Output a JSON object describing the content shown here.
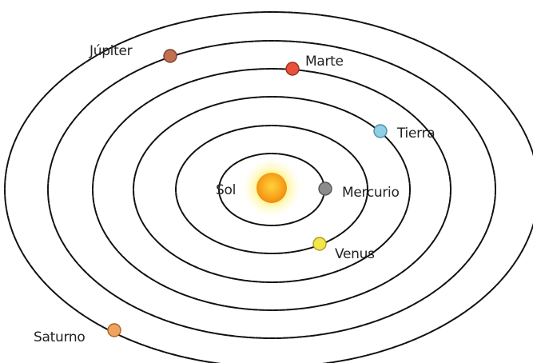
{
  "diagram": {
    "sun": {
      "label": "Sol",
      "color": "#f5a623",
      "glow": "#fff27a"
    },
    "planets": [
      {
        "name": "Mercurio",
        "color": "#8c8c8c"
      },
      {
        "name": "Venus",
        "color": "#f2e64a"
      },
      {
        "name": "Tierra",
        "color": "#8fd0e6"
      },
      {
        "name": "Marte",
        "color": "#e8523a"
      },
      {
        "name": "Júpiter",
        "color": "#c0704f"
      },
      {
        "name": "Saturno",
        "color": "#f0a35e"
      }
    ]
  }
}
